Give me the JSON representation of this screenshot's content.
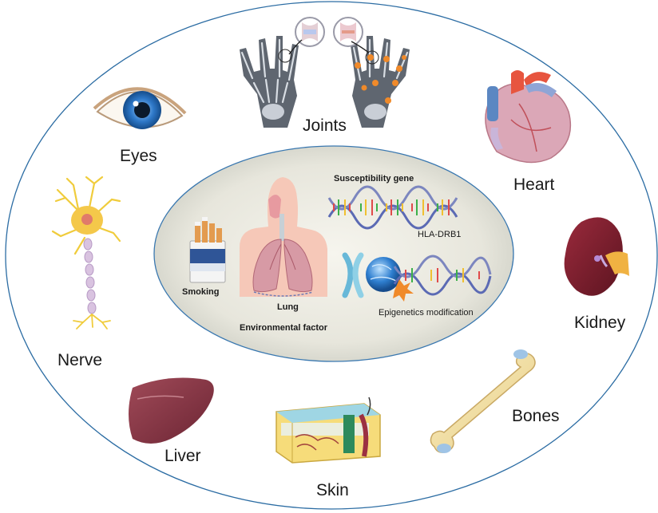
{
  "organs": {
    "joints": "Joints",
    "eyes": "Eyes",
    "heart": "Heart",
    "kidney": "Kidney",
    "nerve": "Nerve",
    "bones": "Bones",
    "liver": "Liver",
    "skin": "Skin"
  },
  "center": {
    "susceptibility_gene": "Susceptibility gene",
    "hla": "HLA-DRB1",
    "smoking": "Smoking",
    "lung": "Lung",
    "environmental_factor": "Environmental factor",
    "epigenetics": "Epigenetics modification"
  },
  "colors": {
    "outer_ring": "#2b6ca3",
    "inner_ring": "#3a78b0",
    "inner_fill": "#e6e7df",
    "eye_iris": "#2e78c8",
    "heart": "#d8a4b4",
    "heart_vessel": "#e05540",
    "kidney": "#7a1f2d",
    "liver": "#8a3a48",
    "bone": "#f1dfa4",
    "lung": "#d89aa6",
    "body_skin": "#f6c8b8"
  }
}
